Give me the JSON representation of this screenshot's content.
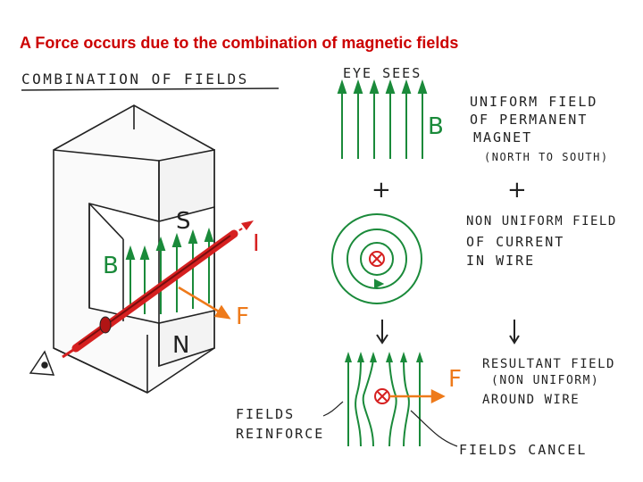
{
  "title": "A Force occurs due to the combination of magnetic fields",
  "heading": "Combination of fields",
  "magnet": {
    "south_label": "S",
    "north_label": "N",
    "field_label": "B",
    "current_label": "I",
    "force_label": "F"
  },
  "column": {
    "eye_sees": "Eye sees",
    "field_label": "B",
    "plus_left": "+",
    "plus_right": "+",
    "force_label": "F",
    "fields_reinforce": [
      "Fields",
      "Reinforce"
    ],
    "fields_cancel": "Fields cancel"
  },
  "notes": {
    "uniform": [
      "Uniform field",
      "of Permanent",
      "Magnet",
      "(North to South)"
    ],
    "nonuniform": [
      "Non Uniform Field",
      "of Current",
      "in Wire"
    ],
    "resultant": [
      "Resultant Field",
      "(Non Uniform)",
      "Around Wire"
    ]
  },
  "colors": {
    "title": "#cc0000",
    "field_lines": "#1a8a3a",
    "wire": "#d62020",
    "force": "#ee7a1a",
    "ink": "#222222"
  },
  "icons": [
    "eye-icon",
    "cross-current-icon",
    "down-arrow-icon"
  ]
}
